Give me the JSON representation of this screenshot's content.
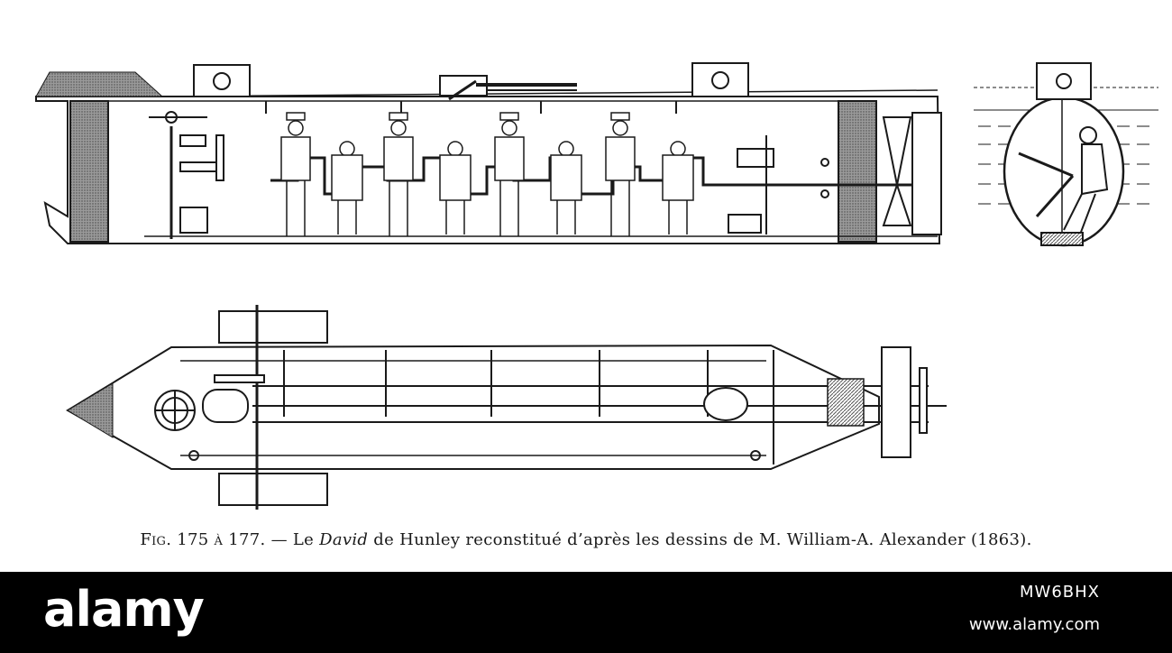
{
  "caption": {
    "fig_label": "Fig. 175 à 177.",
    "dash": " — Le ",
    "vessel_name": "David",
    "rest": " de Hunley reconstitué d’après les dessins de M. William-A. Alexander (1863)."
  },
  "watermark": {
    "logo": "alamy",
    "image_id": "MW6BHX",
    "site": "www.alamy.com"
  },
  "colors": {
    "ink": "#1a1a1a",
    "shade": "#8a8a8a",
    "banner": "#000000",
    "paper": "#ffffff"
  }
}
